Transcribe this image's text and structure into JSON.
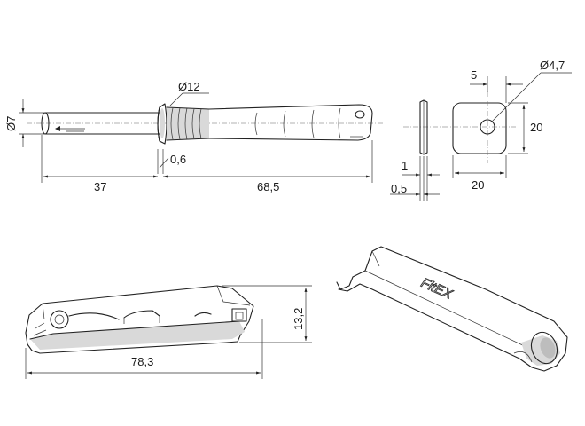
{
  "dimensions": {
    "d7": "Ø7",
    "d12": "Ø12",
    "gap": "0,6",
    "len37": "37",
    "len68": "68,5",
    "plate_t1": "1",
    "plate_t05": "0,5",
    "hole_off": "5",
    "hole_d": "Ø4,7",
    "plate_h": "20",
    "plate_w": "20",
    "clip_h": "13,2",
    "clip_w": "78,3"
  },
  "brand": {
    "logo": "FitEX"
  }
}
